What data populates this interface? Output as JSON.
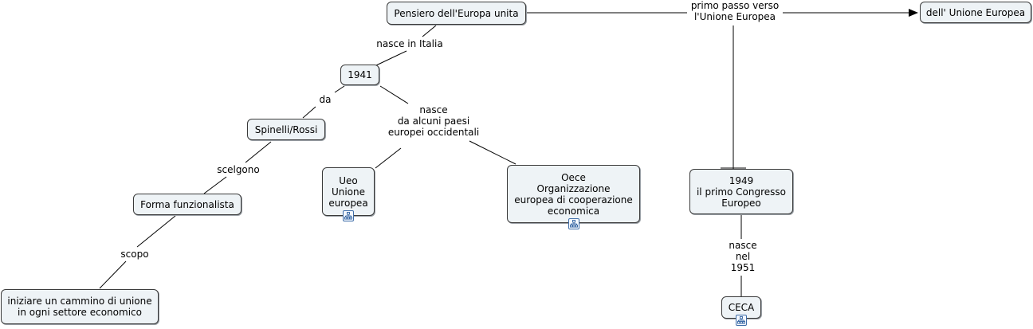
{
  "nodes": {
    "pensiero": "Pensiero dell'Europa unita",
    "unione": "dell' Unione Europea",
    "y1941": "1941",
    "spinelli": "Spinelli/Rossi",
    "forma": "Forma funzionalista",
    "iniziare": "iniziare un cammino di unione\nin ogni settore economico",
    "ueo": "Ueo\nUnione\neuropea",
    "oece": "Oece\nOrganizzazione\neuropea di cooperazione\neconomica",
    "y1949": "1949\nil primo Congresso\nEuropeo",
    "ceca": "CECA"
  },
  "links": {
    "primo_passo": "primo passo verso\nl'Unione Europea",
    "nasce_italia": "nasce in Italia",
    "da": "da",
    "nasce_paesi": "nasce\nda alcuni paesi\neuropei occidentali",
    "scelgono": "scelgono",
    "scopo": "scopo",
    "nasce_1951": "nasce\nnel\n1951"
  },
  "icons": {
    "submap": "linked-map-icon",
    "arrow": "arrow-head-icon"
  },
  "colors": {
    "node_bg": "#eef3f6",
    "node_border": "#3a3a3a",
    "icon_blue": "#3e6da8"
  }
}
